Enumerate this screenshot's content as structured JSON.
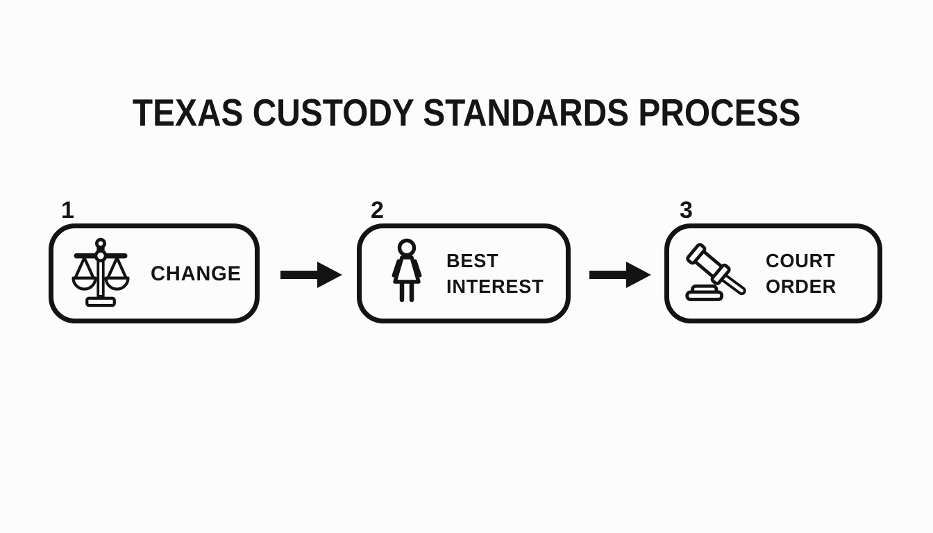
{
  "title": "TEXAS CUSTODY STANDARDS PROCESS",
  "steps": [
    {
      "number": "1",
      "label": "CHANGE",
      "icon": "scales-of-justice-icon"
    },
    {
      "number": "2",
      "label": "BEST INTEREST",
      "icon": "woman-figure-icon"
    },
    {
      "number": "3",
      "label": "COURT ORDER",
      "icon": "gavel-icon"
    }
  ],
  "icons": {
    "step1": "scales-of-justice-icon",
    "step2": "woman-figure-icon",
    "step3": "gavel-icon",
    "connector": "arrow-right-icon"
  },
  "colors": {
    "background": "#fcfcfc",
    "line": "#131313",
    "text": "#151515"
  }
}
